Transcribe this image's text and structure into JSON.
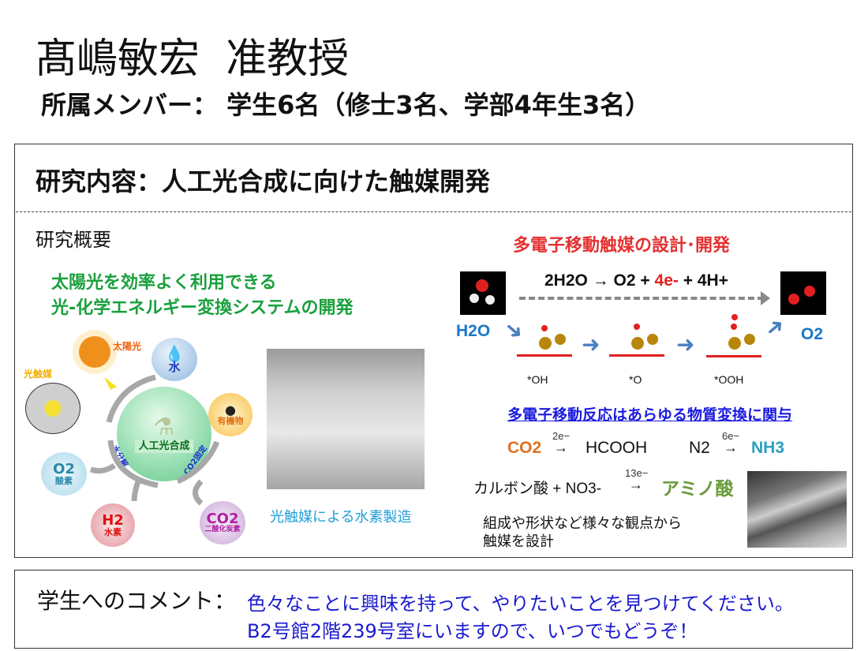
{
  "header": {
    "name": "髙嶋敏宏",
    "position": "准教授",
    "members": "所属メンバー： 学生6名（修士3名、学部4年生3名）"
  },
  "research": {
    "heading": "研究内容：人工光合成に向けた触媒開発",
    "overview_label": "研究概要",
    "goal_line1": "太陽光を効率よく利用できる",
    "goal_line2": "光-化学エネルギー変換システムの開発",
    "diagram": {
      "sunlight": "太陽光",
      "photocatalyst": "光触媒",
      "water": "水",
      "center": "人工光合成",
      "organic": "有機物",
      "water_splitting": "水分解",
      "co2_fixation": "CO2固定",
      "o2": "O2",
      "o2_label": "酸素",
      "h2": "H2",
      "h2_label": "水素",
      "co2": "CO2",
      "co2_label": "二酸化炭素"
    },
    "photo_caption": "光触媒による水素製造",
    "right_title": "多電子移動触媒の設計･開発",
    "reaction": {
      "lhs": "2H2O",
      "arrow": "→",
      "o2": "O2",
      "plus1": "+",
      "electrons": "4e-",
      "plus2": "+",
      "protons": "4H+"
    },
    "h2o_label": "H2O",
    "o2_label": "O2",
    "intermediates": [
      "*OH",
      "*O",
      "*OOH"
    ],
    "underline_text": "多電子移動反応はあらゆる物質変換に関与",
    "eq1": {
      "reactant": "CO2",
      "electrons": "2e−",
      "product": "HCOOH"
    },
    "eq2": {
      "reactant": "N2",
      "electrons": "6e−",
      "product": "NH3"
    },
    "eq3": {
      "reactant": "カルボン酸 + NO3-",
      "electrons": "13e−",
      "product": "アミノ酸"
    },
    "design_line1": "組成や形状など様々な観点から",
    "design_line2": "触媒を設計",
    "colors": {
      "red": "#e53030",
      "green": "#19a03c",
      "blue": "#1a1ad0",
      "orange": "#e07020",
      "teal": "#2aa0c0",
      "olive": "#6a9a3a"
    }
  },
  "comment": {
    "label": "学生へのコメント：",
    "line1": "色々なことに興味を持って、やりたいことを見つけてください。",
    "line2": "B2号館2階239号室にいますので、いつでもどうぞ！"
  }
}
